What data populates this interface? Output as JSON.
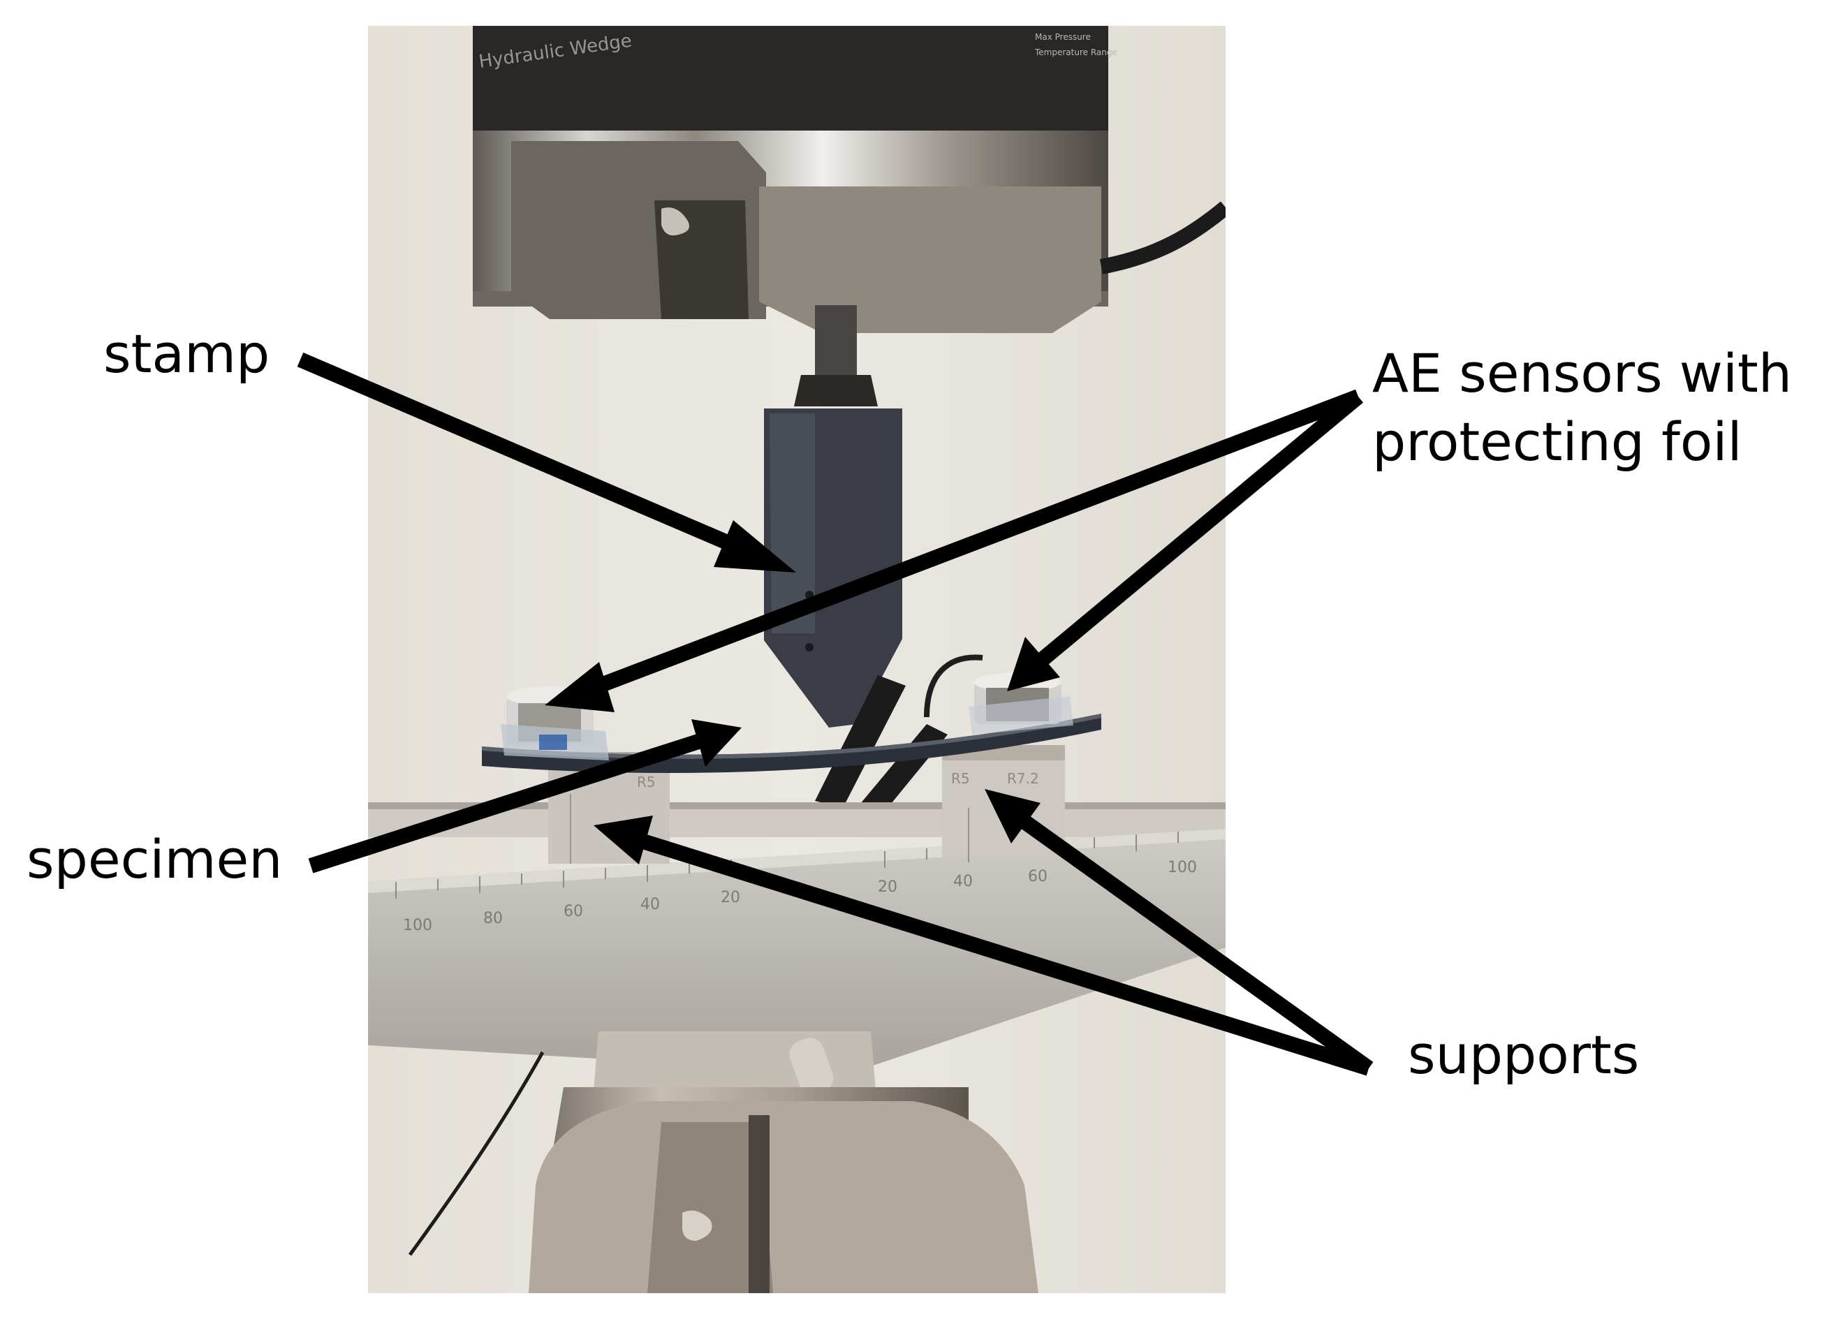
{
  "labels": {
    "stamp": "stamp",
    "ae_sensors_line1": "AE sensors with",
    "ae_sensors_line2": "protecting foil",
    "specimen": "specimen",
    "supports": "supports"
  },
  "photo_text": {
    "hydraulic": "Hydraulic Wedge",
    "max_pressure": "Max Pressure",
    "temperature_range": "Temperature Range",
    "support_left": "R5",
    "support_right_a": "R5",
    "support_right_b": "R7.2",
    "ruler_right_ticks": [
      "20",
      "40",
      "60",
      "100"
    ],
    "ruler_left_ticks": [
      "100",
      "80",
      "60",
      "40",
      "20"
    ]
  },
  "colors": {
    "arrow": "#000000",
    "background": "#ffffff",
    "wall": "#e8e4dc",
    "steel": "#b9b4ad",
    "specimen": "#2c3038"
  }
}
